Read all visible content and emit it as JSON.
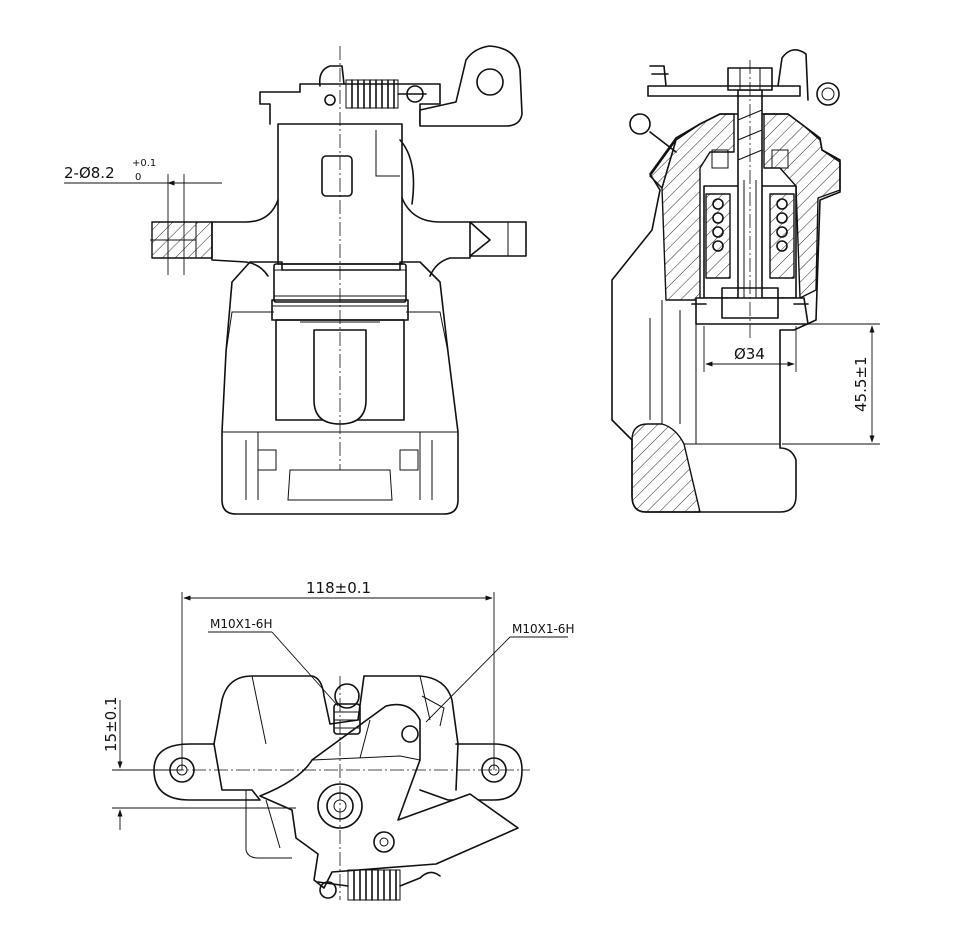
{
  "annotations": {
    "holes_prefix": "2-Ø8.2",
    "holes_tol_upper": "+0.1",
    "holes_tol_lower": "0",
    "piston_diameter": "Ø34",
    "piston_height": "45.5±1",
    "mount_spacing": "118±0.1",
    "offset": "15±0.1",
    "thread_left": "M10X1-6H",
    "thread_right": "M10X1-6H"
  },
  "views": [
    "front-view",
    "section-view",
    "top-view"
  ]
}
